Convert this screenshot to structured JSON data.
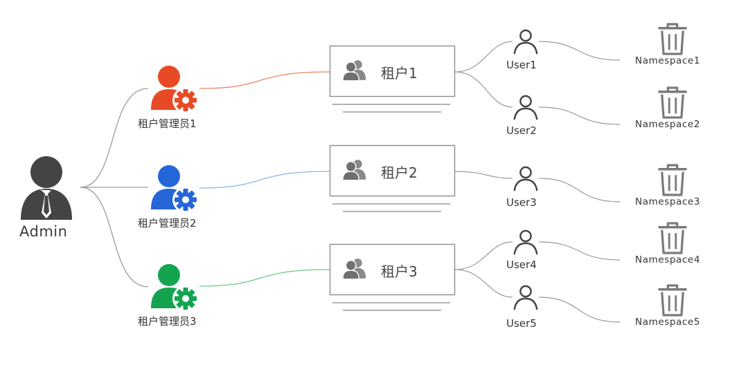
{
  "admin": {
    "label": "Admin",
    "icon": "admin-person-tie-icon",
    "color": "#444444"
  },
  "tenant_admins": [
    {
      "label": "租户管理员1",
      "icon": "user-gear-icon",
      "color": "#e84a26"
    },
    {
      "label": "租户管理员2",
      "icon": "user-gear-icon",
      "color": "#2566d8"
    },
    {
      "label": "租户管理员3",
      "icon": "user-gear-icon",
      "color": "#14a450"
    }
  ],
  "tenants": [
    {
      "label": "租户1",
      "icon": "user-group-icon",
      "link_color": "#e8845e"
    },
    {
      "label": "租户2",
      "icon": "user-group-icon",
      "link_color": "#8ab4e4"
    },
    {
      "label": "租户3",
      "icon": "user-group-icon",
      "link_color": "#6cc68c"
    }
  ],
  "users": [
    {
      "label": "User1",
      "icon": "user-outline-icon"
    },
    {
      "label": "User2",
      "icon": "user-outline-icon"
    },
    {
      "label": "User3",
      "icon": "user-outline-icon"
    },
    {
      "label": "User4",
      "icon": "user-outline-icon"
    },
    {
      "label": "User5",
      "icon": "user-outline-icon"
    }
  ],
  "namespaces": [
    {
      "label": "Namespace1",
      "icon": "trash-bin-icon"
    },
    {
      "label": "Namespace2",
      "icon": "trash-bin-icon"
    },
    {
      "label": "Namespace3",
      "icon": "trash-bin-icon"
    },
    {
      "label": "Namespace4",
      "icon": "trash-bin-icon"
    },
    {
      "label": "Namespace5",
      "icon": "trash-bin-icon"
    }
  ],
  "colors": {
    "connector_gray": "#9a9a9a",
    "icon_gray": "#7a7a7a",
    "box_border": "#8c8c8c"
  }
}
